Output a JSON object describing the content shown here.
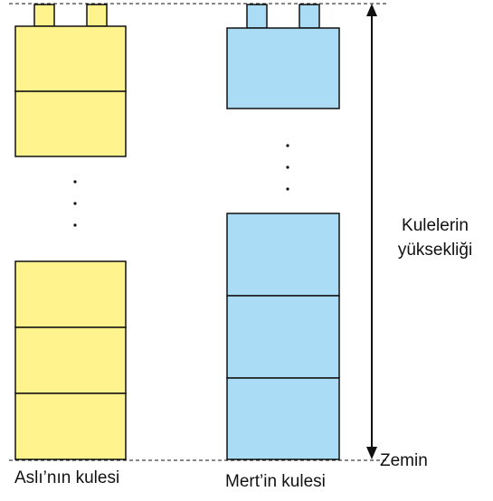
{
  "labels": {
    "asli_tower": "Aslı’nın kulesi",
    "mert_tower": "Mert’in kulesi",
    "height_label": "Kulelerin\nyüksekliği",
    "ground": "Zemin"
  },
  "colors": {
    "yellow_block": "#fff38d",
    "blue_block": "#aadcf6",
    "outline": "#111111"
  },
  "icons": {
    "continuation": "vertical-ellipsis-icon",
    "height_arrow": "double-arrow-vertical-icon"
  }
}
